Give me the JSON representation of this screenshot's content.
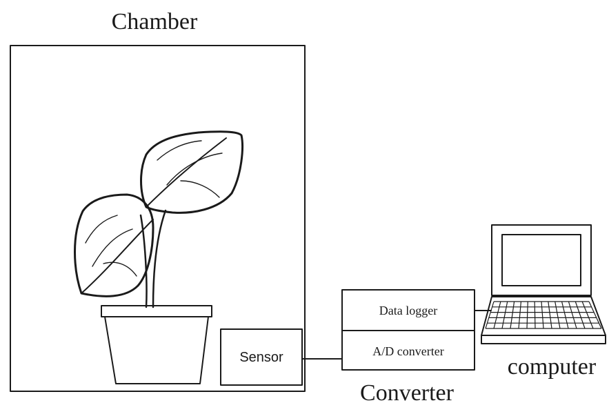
{
  "chamber": {
    "label": "Chamber"
  },
  "sensor": {
    "label": "Sensor"
  },
  "converter": {
    "label": "Converter",
    "data_logger_label": "Data logger",
    "ad_converter_label": "A/D converter"
  },
  "computer": {
    "label": "computer"
  }
}
